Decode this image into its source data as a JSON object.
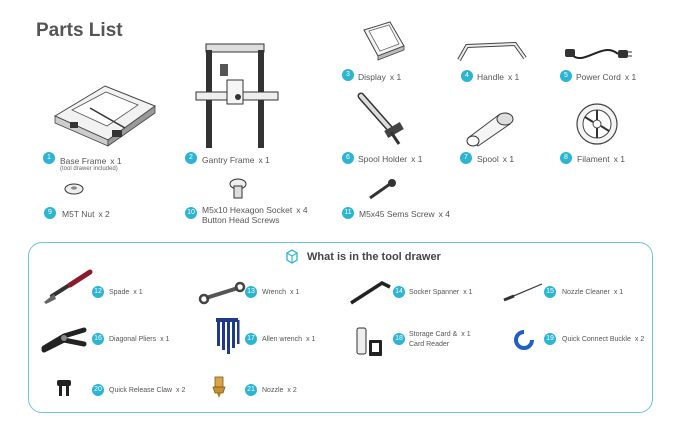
{
  "title": "Parts List",
  "parts": [
    {
      "num": "1",
      "label": "Base Frame",
      "qty": "x 1",
      "note": "(tool drawer included)"
    },
    {
      "num": "2",
      "label": "Gantry Frame",
      "qty": "x 1"
    },
    {
      "num": "3",
      "label": "Display",
      "qty": "x 1"
    },
    {
      "num": "4",
      "label": "Handle",
      "qty": "x 1"
    },
    {
      "num": "5",
      "label": "Power Cord",
      "qty": "x 1"
    },
    {
      "num": "6",
      "label": "Spool Holder",
      "qty": "x 1"
    },
    {
      "num": "7",
      "label": "Spool",
      "qty": "x 1"
    },
    {
      "num": "8",
      "label": "Filament",
      "qty": "x 1"
    },
    {
      "num": "9",
      "label": "M5T Nut",
      "qty": "x 2"
    },
    {
      "num": "10",
      "label": "M5x10 Hexagon Socket",
      "qty": "x 4",
      "label2": "Button Head Screws"
    },
    {
      "num": "11",
      "label": "M5x45 Sems Screw",
      "qty": "x 4"
    }
  ],
  "drawer": {
    "title": "What is in the tool drawer",
    "items": [
      {
        "num": "12",
        "label": "Spade",
        "qty": "x 1"
      },
      {
        "num": "13",
        "label": "Wrench",
        "qty": "x 1"
      },
      {
        "num": "14",
        "label": "Socker Spanner",
        "qty": "x 1"
      },
      {
        "num": "15",
        "label": "Nozzle Cleaner",
        "qty": "x 1"
      },
      {
        "num": "16",
        "label": "Diagonal Pliers",
        "qty": "x 1"
      },
      {
        "num": "17",
        "label": "Allen wrench",
        "qty": "x 1"
      },
      {
        "num": "18",
        "label": "Storage Card &",
        "qty": "x 1",
        "label2": "Card Reader"
      },
      {
        "num": "19",
        "label": "Quick Connect Buckle",
        "qty": "x 2"
      },
      {
        "num": "20",
        "label": "Quick Release Claw",
        "qty": "x 2"
      },
      {
        "num": "21",
        "label": "Nozzle",
        "qty": "x 2"
      }
    ]
  },
  "colors": {
    "accent": "#2bb5d3",
    "border": "#6cc4dd",
    "text": "#555555"
  }
}
